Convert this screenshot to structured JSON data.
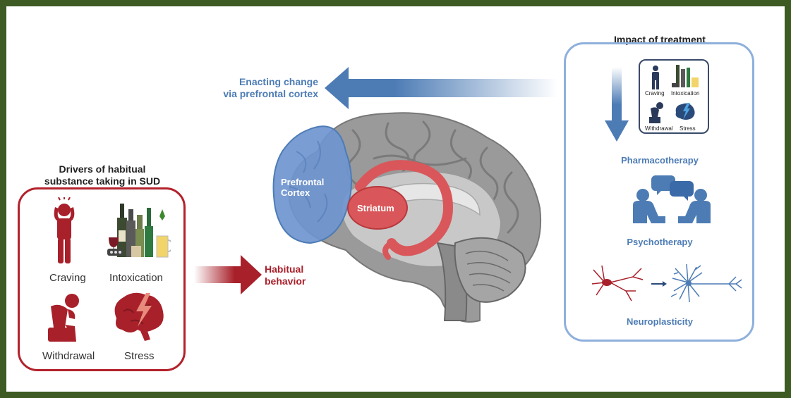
{
  "colors": {
    "frame": "#3d5b22",
    "red": "#a8202a",
    "blue": "#4d7cb5",
    "light_blue": "#8eb0dc",
    "brain_gray": "#9a9a9a",
    "prefrontal_blue": "#6f95cf",
    "striatum_red": "#d9575a"
  },
  "left_panel": {
    "title_line1": "Drivers of habitual",
    "title_line2": "substance taking in SUD",
    "items": [
      {
        "label": "Craving",
        "icon": "head-clutch-person-icon"
      },
      {
        "label": "Intoxication",
        "icon": "bottles-drinks-icon"
      },
      {
        "label": "Withdrawal",
        "icon": "sitting-distress-person-icon"
      },
      {
        "label": "Stress",
        "icon": "lightning-brain-icon"
      }
    ]
  },
  "middle": {
    "top_label_line1": "Enacting change",
    "top_label_line2": "via prefrontal cortex",
    "habit_label_line1": "Habitual",
    "habit_label_line2": "behavior",
    "prefrontal_line1": "Prefrontal",
    "prefrontal_line2": "Cortex",
    "striatum": "Striatum"
  },
  "right_panel": {
    "title": "Impact of treatment",
    "mini_items": [
      "Craving",
      "Intoxication",
      "Withdrawal",
      "Stress"
    ],
    "treatments": [
      "Pharmacotherapy",
      "Psychotherapy",
      "Neuroplasticity"
    ]
  }
}
